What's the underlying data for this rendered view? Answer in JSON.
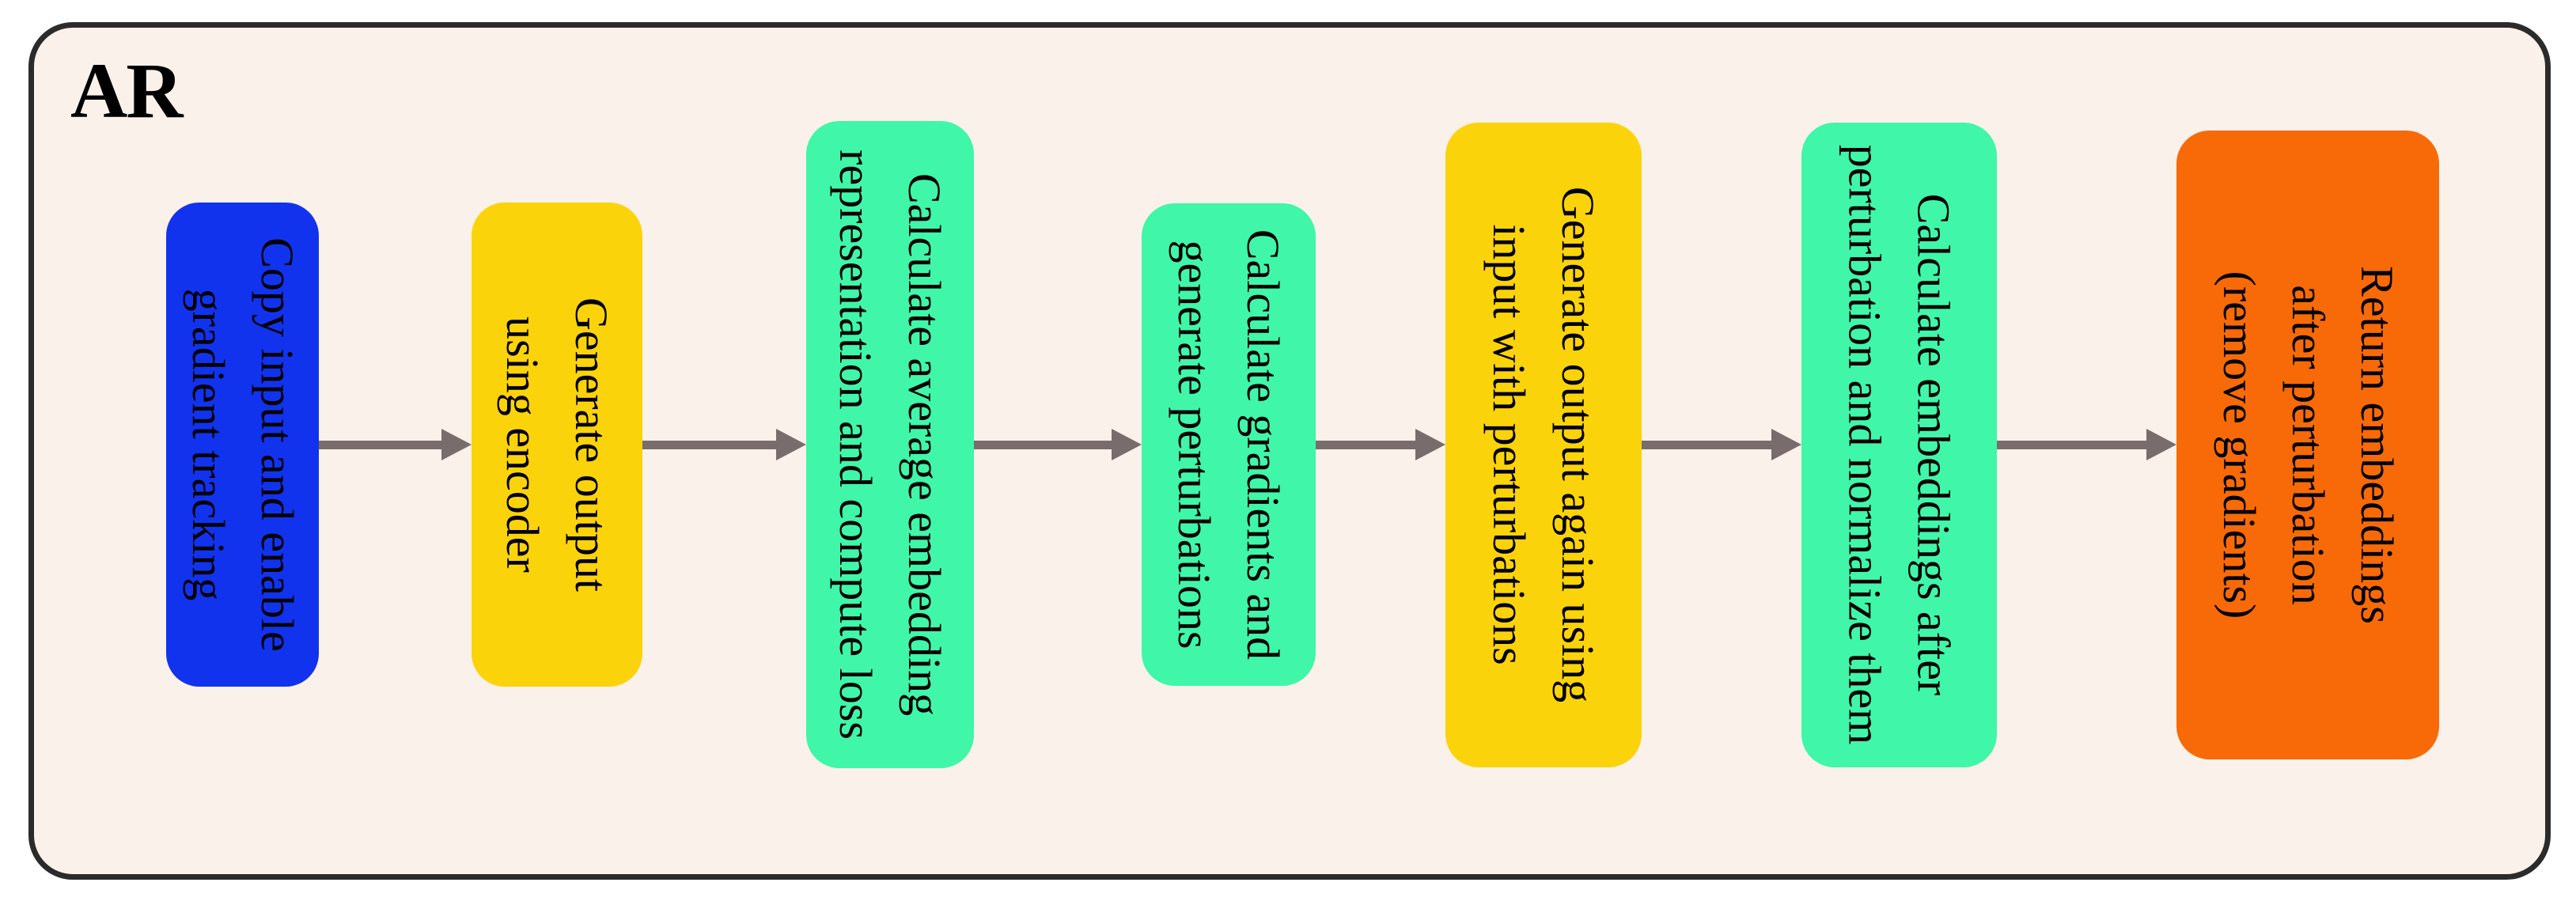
{
  "frame": {
    "title": "AR"
  },
  "colors": {
    "panel_background": "#faf1ea",
    "panel_border": "#2b2b2b",
    "arrow": "#786c6c",
    "text": "#000000",
    "blue": "#1133ee",
    "yellow": "#fbd30b",
    "green": "#40f6a8",
    "orange": "#f76a07"
  },
  "flow": {
    "steps": [
      {
        "color": "#1133ee",
        "lines": [
          "Copy input and enable",
          "gradient tracking"
        ]
      },
      {
        "color": "#fbd30b",
        "lines": [
          "Generate output",
          "using encoder"
        ]
      },
      {
        "color": "#40f6a8",
        "lines": [
          "Calculate average embedding",
          "representation and compute loss"
        ]
      },
      {
        "color": "#40f6a8",
        "lines": [
          "Calculate gradients and",
          "generate perturbations"
        ]
      },
      {
        "color": "#fbd30b",
        "lines": [
          "Generate output again using",
          "input with perturbations"
        ]
      },
      {
        "color": "#40f6a8",
        "lines": [
          "Calculate embeddings after",
          "perturbation and normalize them"
        ]
      },
      {
        "color": "#f76a07",
        "lines": [
          "Return embeddings",
          "after perturbation",
          "(remove gradients)"
        ]
      }
    ]
  }
}
